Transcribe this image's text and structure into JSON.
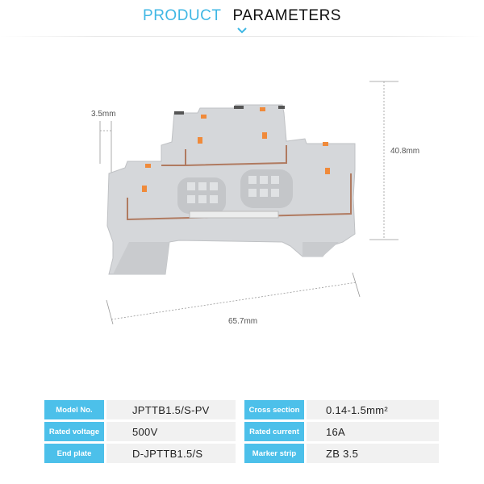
{
  "header": {
    "title_part1": "PRODUCT",
    "title_part2": "PARAMETERS"
  },
  "dimensions": {
    "marker_width": "3.5mm",
    "height": "40.8mm",
    "length": "65.7mm"
  },
  "specs": [
    {
      "label1": "Model No.",
      "value1": "JPTTB1.5/S-PV",
      "label2": "Cross section",
      "value2": "0.14-1.5mm²"
    },
    {
      "label1": "Rated voltage",
      "value1": "500V",
      "label2": "Rated current",
      "value2": "16A"
    },
    {
      "label1": "End plate",
      "value1": "D-JPTTB1.5/S",
      "label2": "Marker strip",
      "value2": "ZB 3.5"
    }
  ],
  "colors": {
    "accent": "#3fb7e4",
    "label_bg": "#4cc0ea",
    "value_bg": "#f1f1f1"
  }
}
